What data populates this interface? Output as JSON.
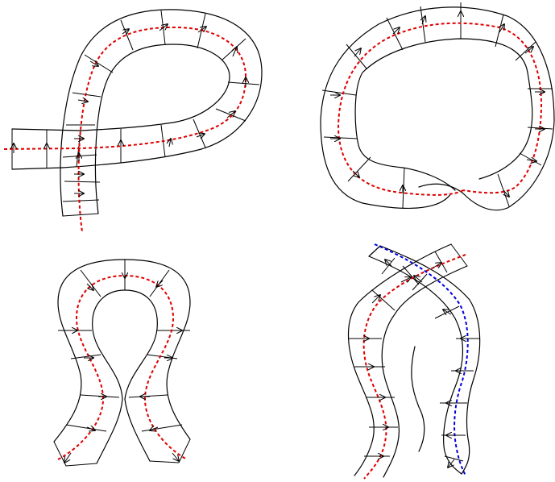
{
  "figure": {
    "panels": [
      {
        "name": "loop-with-crossing-strip",
        "core_line_colors": [
          "red"
        ]
      },
      {
        "name": "closed-loop-self-touching-strip",
        "core_line_colors": [
          "red"
        ]
      },
      {
        "name": "pinched-loop-strip",
        "core_line_colors": [
          "red"
        ]
      },
      {
        "name": "two-intertwined-strips",
        "core_line_colors": [
          "red",
          "blue"
        ]
      }
    ]
  },
  "colors": {
    "red": "#e00000",
    "blue": "#0000dd",
    "outline": "#000000"
  }
}
